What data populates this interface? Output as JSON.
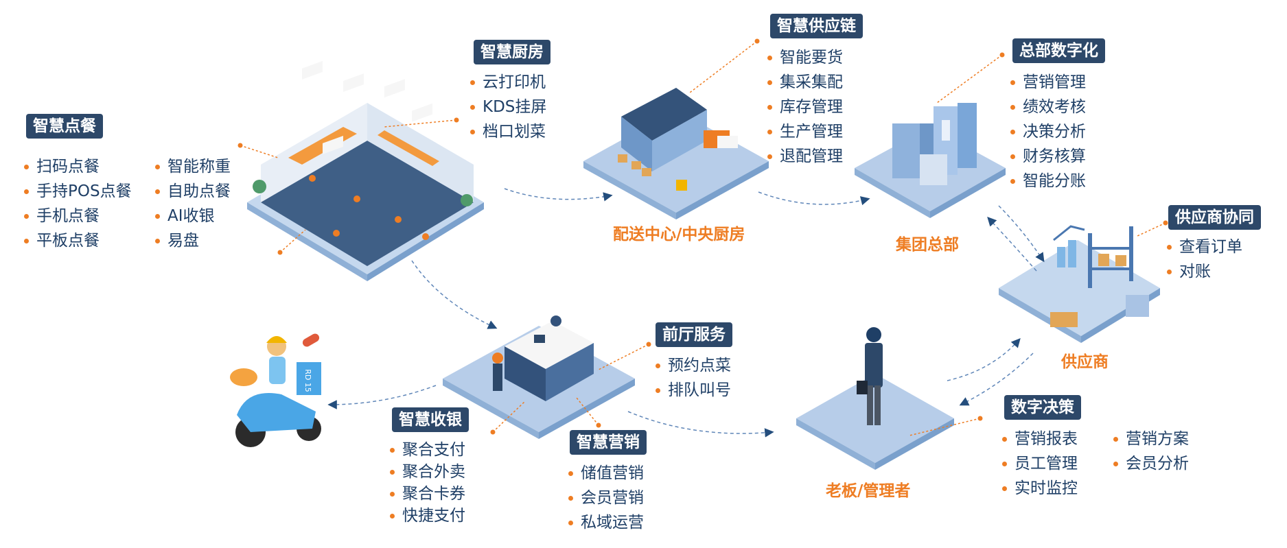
{
  "modules": {
    "ordering": {
      "title": "智慧点餐",
      "items_col1": [
        "扫码点餐",
        "手持POS点餐",
        "手机点餐",
        "平板点餐"
      ],
      "items_col2": [
        "智能称重",
        "自助点餐",
        "AI收银",
        "易盘"
      ]
    },
    "kitchen": {
      "title": "智慧厨房",
      "items": [
        "云打印机",
        "KDS挂屏",
        "档口划菜"
      ]
    },
    "supply_chain": {
      "title": "智慧供应链",
      "items": [
        "智能要货",
        "集采集配",
        "库存管理",
        "生产管理",
        "退配管理"
      ]
    },
    "hq_digital": {
      "title": "总部数字化",
      "items": [
        "营销管理",
        "绩效考核",
        "决策分析",
        "财务核算",
        "智能分账"
      ]
    },
    "supplier_collab": {
      "title": "供应商协同",
      "items": [
        "查看订单",
        "对账"
      ]
    },
    "front_service": {
      "title": "前厅服务",
      "items": [
        "预约点菜",
        "排队叫号"
      ]
    },
    "cashier": {
      "title": "智慧收银",
      "items": [
        "聚合支付",
        "聚合外卖",
        "聚合卡券",
        "快捷支付"
      ]
    },
    "marketing": {
      "title": "智慧营销",
      "items": [
        "储值营销",
        "会员营销",
        "私域运营"
      ]
    },
    "decision": {
      "title": "数字决策",
      "items_col1": [
        "营销报表",
        "员工管理",
        "实时监控"
      ],
      "items_col2": [
        "营销方案",
        "会员分析"
      ]
    }
  },
  "nodes": {
    "distribution": "配送中心/中央厨房",
    "group_hq": "集团总部",
    "supplier": "供应商",
    "boss": "老板/管理者"
  },
  "illustration_text": {
    "delivery_box": "RD 15"
  },
  "colors": {
    "tag_bg": "#2d4869",
    "accent_orange": "#ee7d23",
    "text_blue": "#1f3f66",
    "platform_blue": "#a9c3e4",
    "connector_blue": "#5f86b8"
  }
}
